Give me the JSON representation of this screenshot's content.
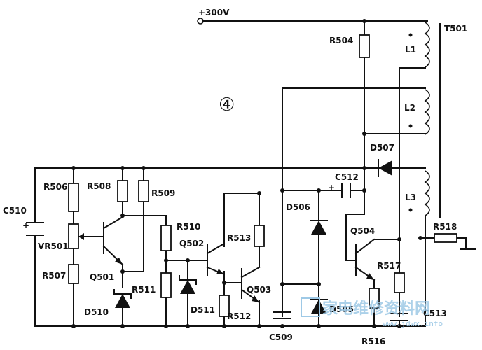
{
  "circle_marker": "④",
  "supply": "+300V",
  "transformer": "T501",
  "windings": [
    "L1",
    "L2",
    "L3"
  ],
  "resistors": {
    "r504": "R504",
    "r506": "R506",
    "r507": "R507",
    "r508": "R508",
    "r509": "R509",
    "r510": "R510",
    "r511": "R511",
    "r512": "R512",
    "r513": "R513",
    "r516": "R516",
    "r517": "R517",
    "r518": "R518",
    "vr501": "VR501"
  },
  "capacitors": {
    "c509": "C509",
    "c510": "C510",
    "c512": "C512",
    "c513": "C513"
  },
  "diodes": {
    "d505": "D505",
    "d506": "D506",
    "d507": "D507",
    "d510": "D510",
    "d511": "D511"
  },
  "transistors": {
    "q501": "Q501",
    "q502": "Q502",
    "q503": "Q503",
    "q504": "Q504"
  },
  "polarity": "+",
  "watermark": {
    "text": "家电维修资料网",
    "url": "www.jdwx.info"
  }
}
